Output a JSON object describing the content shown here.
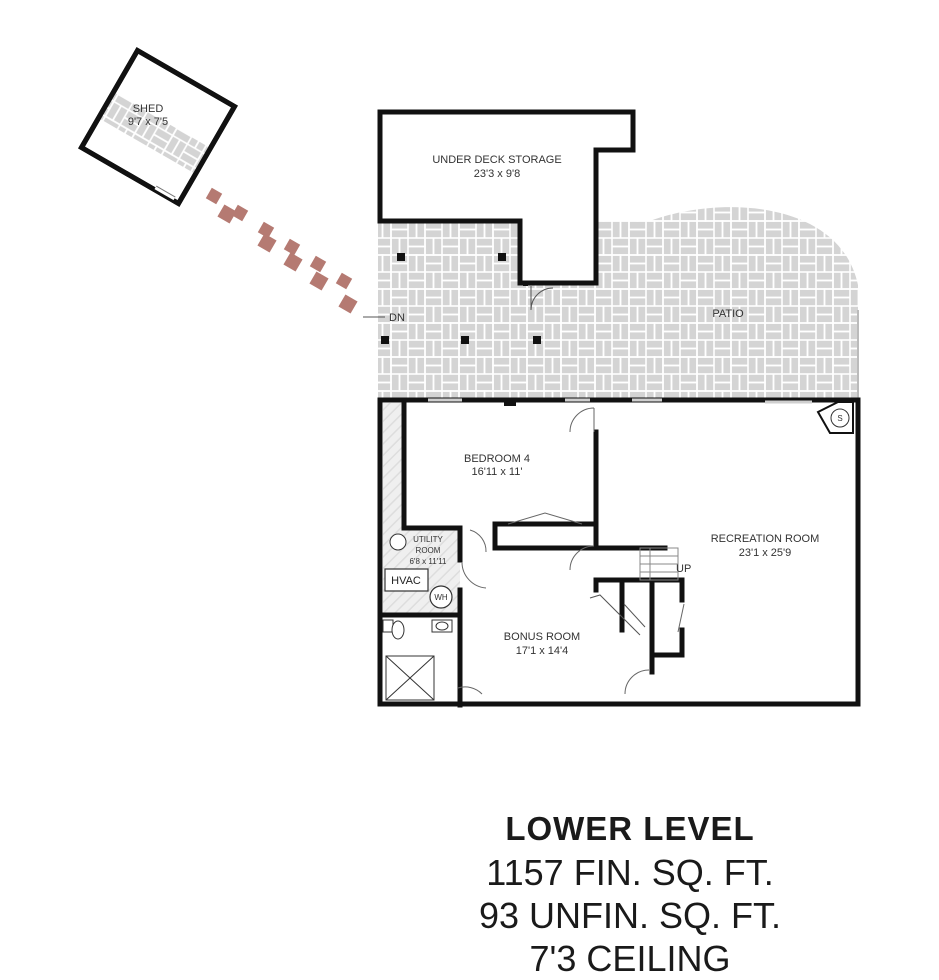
{
  "rooms": {
    "shed": {
      "name": "SHED",
      "size": "9'7 x 7'5"
    },
    "under_deck": {
      "name": "UNDER DECK STORAGE",
      "size": "23'3 x 9'8"
    },
    "patio": {
      "name": "PATIO"
    },
    "bedroom4": {
      "name": "BEDROOM 4",
      "size": "16'11 x 11'"
    },
    "recreation": {
      "name": "RECREATION ROOM",
      "size": "23'1 x 25'9"
    },
    "utility": {
      "name": "UTILITY",
      "name2": "ROOM",
      "size": "6'8 x 11'11"
    },
    "bonus": {
      "name": "BONUS ROOM",
      "size": "17'1 x 14'4"
    }
  },
  "fixtures": {
    "hvac": "HVAC",
    "water_heater": "WH",
    "sump": "S",
    "stairs_down": "DN",
    "stairs_up": "UP"
  },
  "summary": {
    "title": "LOWER LEVEL",
    "finished": "1157 FIN. SQ. FT.",
    "unfinished": "93 UNFIN. SQ. FT.",
    "ceiling": "7'3 CEILING"
  },
  "colors": {
    "wall": "#111111",
    "paver": "#d4d4d4",
    "paver_line": "#ffffff",
    "path": "#b57a72"
  }
}
